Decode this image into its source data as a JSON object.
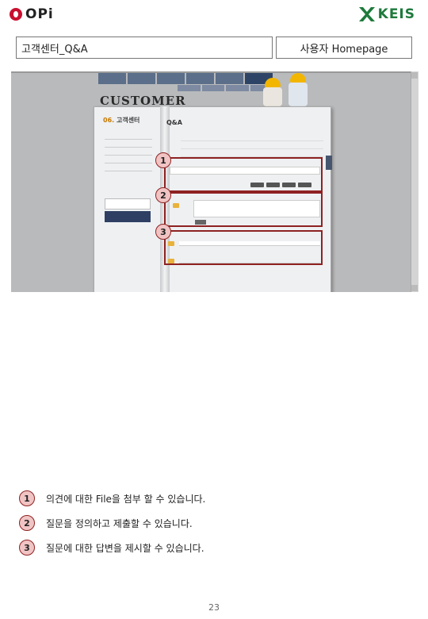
{
  "header": {
    "left_logo_text": "OPi",
    "right_logo_text": "KEIS",
    "page_title": "고객센터_Q&A",
    "audience_label": "사용자 Homepage"
  },
  "screenshot": {
    "banner_word": "CUSTOMER",
    "section_title_number": "06.",
    "section_title_text": "고객센터",
    "page_heading": "Q&A",
    "markers": [
      "1",
      "2",
      "3"
    ]
  },
  "legend": [
    {
      "num": "1",
      "text": "의견에 대한 File을 첨부 할 수 있습니다."
    },
    {
      "num": "2",
      "text": "질문을 정의하고 제출할 수 있습니다."
    },
    {
      "num": "3",
      "text": "질문에 대한 답변을 제시할 수 있습니다."
    }
  ],
  "colors": {
    "marker_border": "#8e2222",
    "marker_fill": "#f1c4c4",
    "keis_green": "#1e7a3c",
    "opi_red": "#c8102e"
  },
  "footer": {
    "page_number": "23"
  }
}
